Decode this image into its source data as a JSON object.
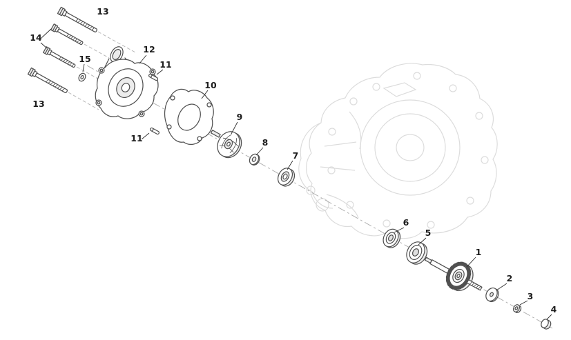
{
  "diagram": {
    "callouts": {
      "bolt_top": "13",
      "bolt_pair": "14",
      "bolt_bottom": "13",
      "sealing_washer": "15",
      "pump_cover": "12",
      "dowel_upper": "11",
      "gasket": "10",
      "dowel_lower": "11",
      "impeller": "9",
      "washer_small": "8",
      "seal": "7",
      "bearing_inner": "6",
      "bearing_outer": "5",
      "shaft_gear": "1",
      "washer_plain": "2",
      "nut": "3",
      "cap": "4"
    },
    "colors": {
      "background": "#ffffff",
      "part_outline": "#505050",
      "callout_text": "#1c1c1c",
      "centerline": "#b0b0b0",
      "ghost_outline": "#dcdcdc"
    }
  }
}
